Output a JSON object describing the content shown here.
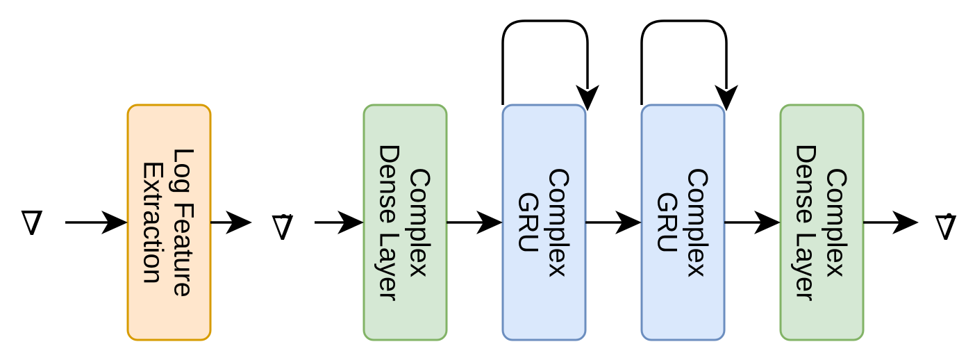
{
  "symbols": {
    "input": "∇",
    "intermediate": "∇̃",
    "output": "∇̂"
  },
  "blocks": [
    {
      "lines": [
        "Log Feature",
        "Extraction"
      ],
      "fill": "#ffe6cc",
      "stroke": "#d79b00"
    },
    {
      "lines": [
        "Complex",
        "Dense Layer"
      ],
      "fill": "#d5e8d4",
      "stroke": "#82b366"
    },
    {
      "lines": [
        "Complex",
        "GRU"
      ],
      "fill": "#dae8fc",
      "stroke": "#6c8ebf"
    },
    {
      "lines": [
        "Complex",
        "GRU"
      ],
      "fill": "#dae8fc",
      "stroke": "#6c8ebf"
    },
    {
      "lines": [
        "Complex",
        "Dense Layer"
      ],
      "fill": "#d5e8d4",
      "stroke": "#82b366"
    }
  ],
  "colors": {
    "arrow": "#000000",
    "text": "#000000"
  }
}
